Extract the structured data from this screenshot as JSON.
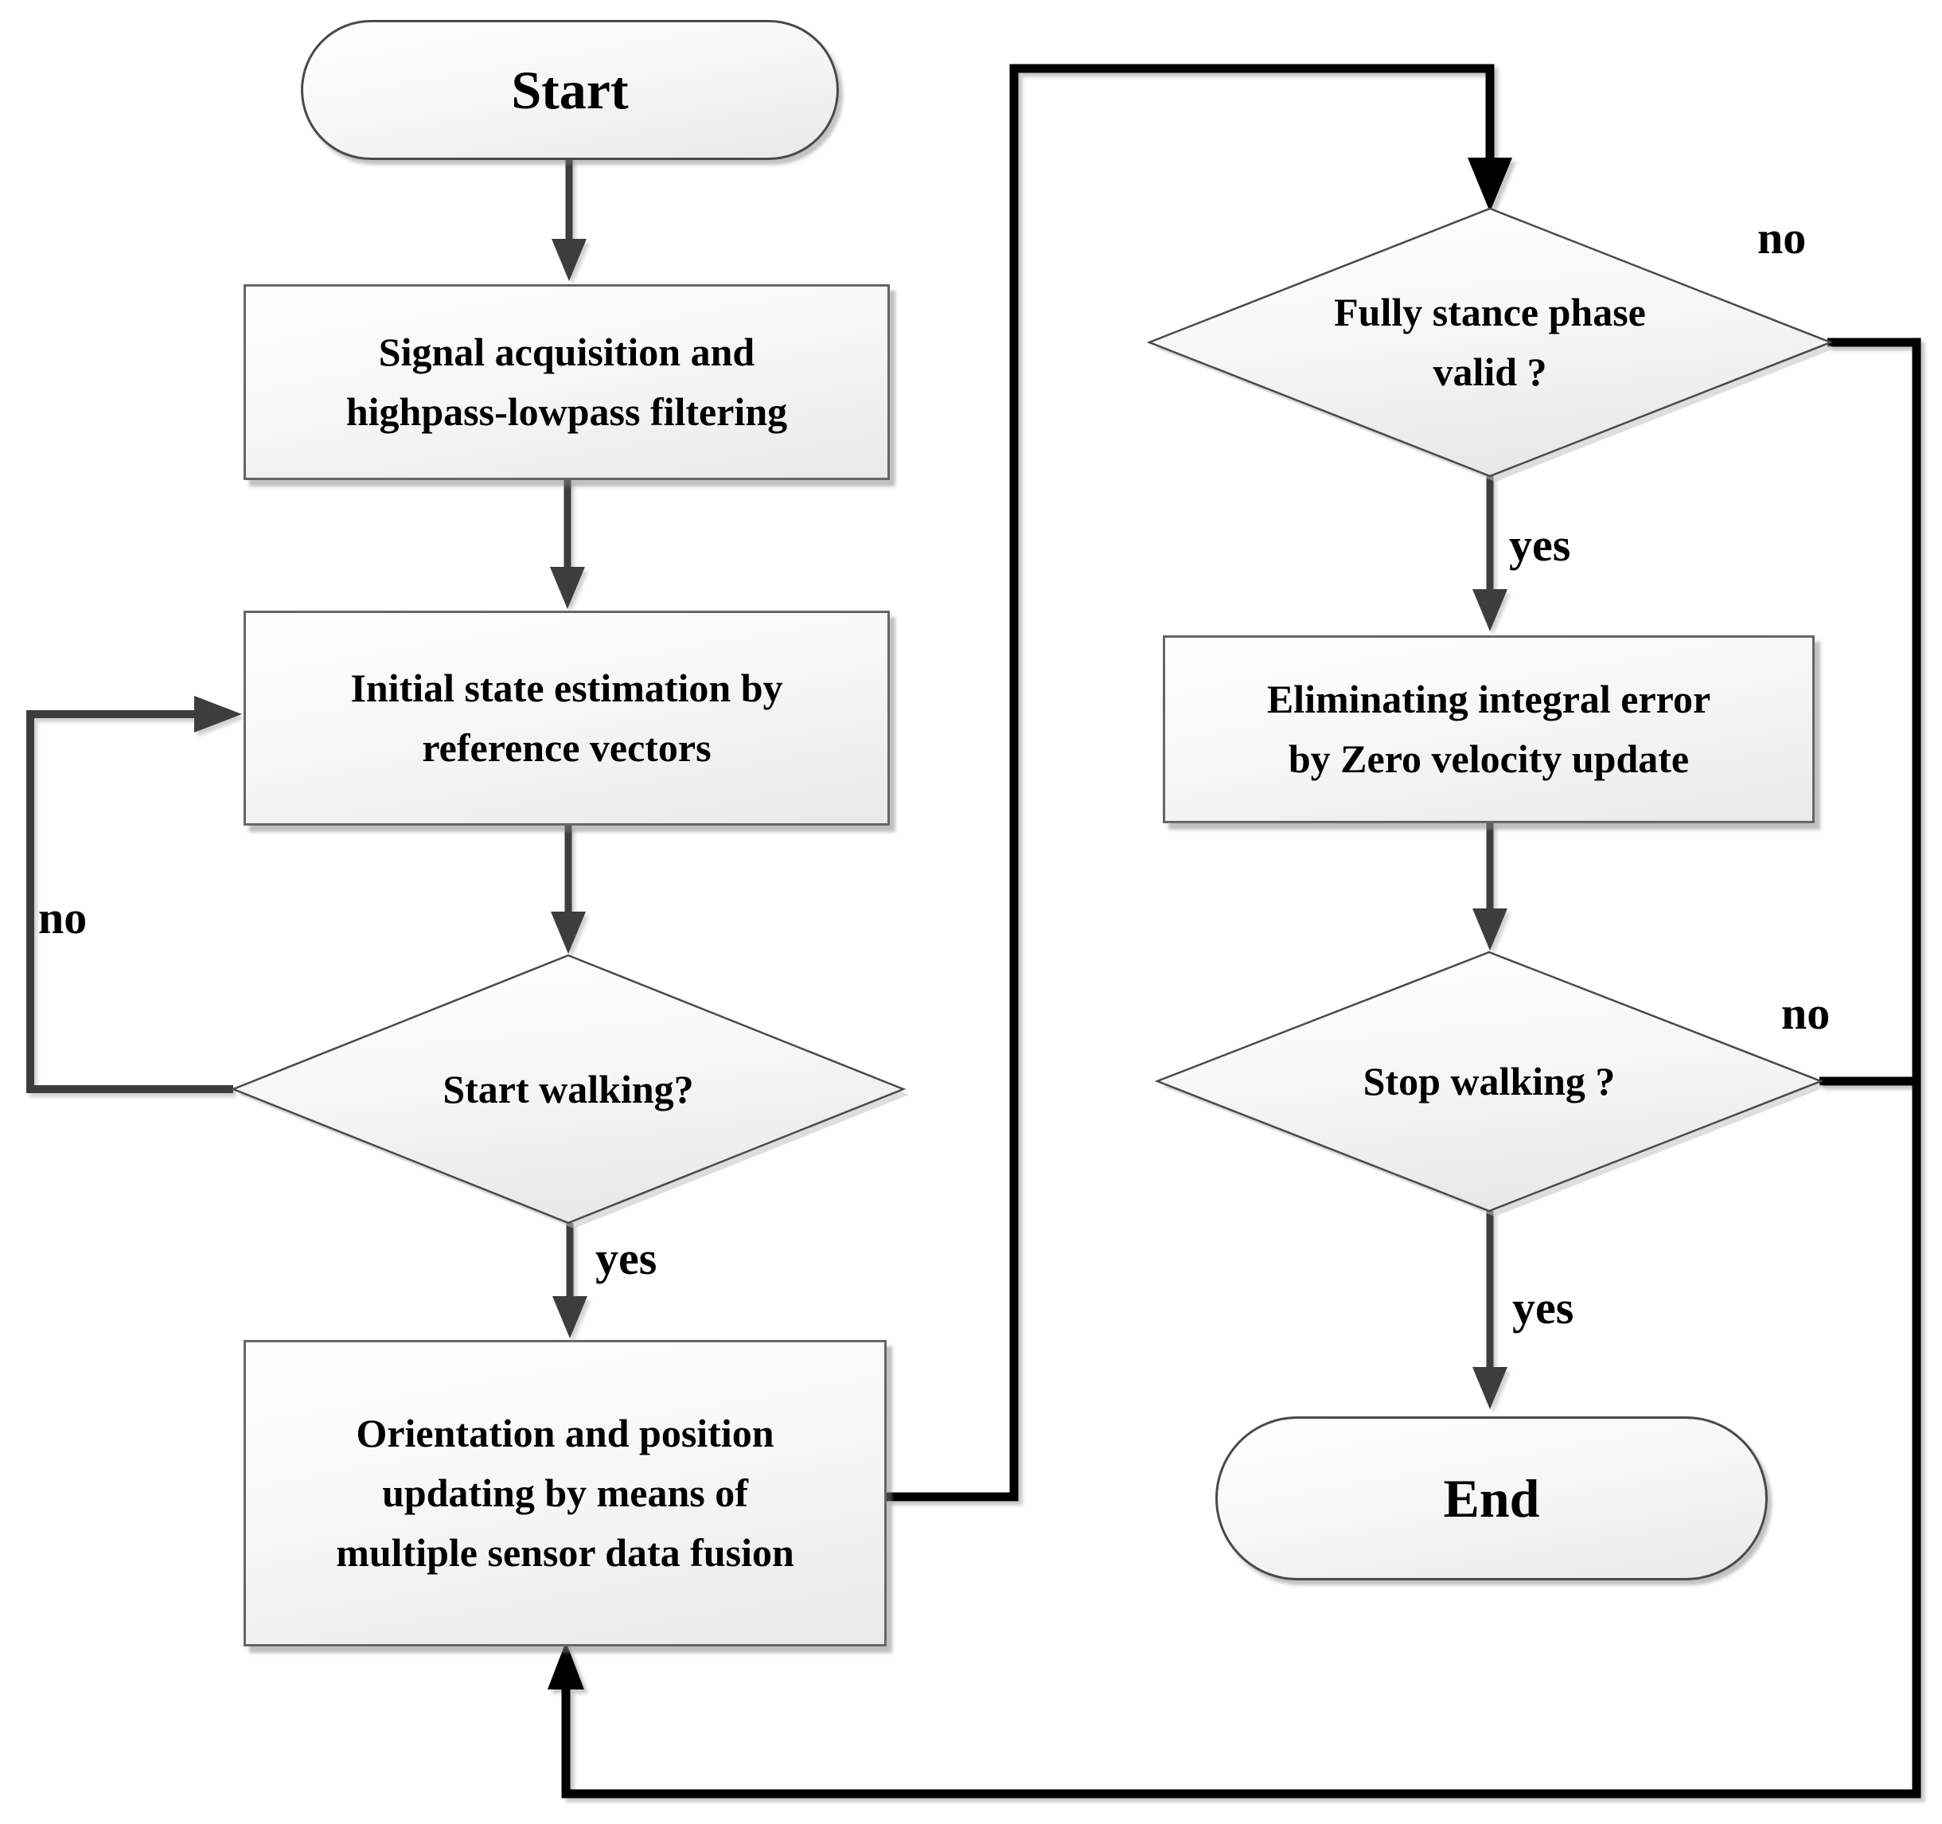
{
  "flowchart": {
    "nodes": {
      "start": {
        "type": "terminator",
        "label": "Start"
      },
      "signal": {
        "type": "process",
        "label": "Signal acquisition and\nhighpass-lowpass filtering"
      },
      "initial_state": {
        "type": "process",
        "label": "Initial state estimation by\nreference vectors"
      },
      "start_walking": {
        "type": "decision",
        "label": "Start walking?"
      },
      "orientation": {
        "type": "process",
        "label": "Orientation and position\nupdating by means of\nmultiple sensor data fusion"
      },
      "fully_stance": {
        "type": "decision",
        "label": "Fully stance phase\nvalid ?"
      },
      "zero_velocity": {
        "type": "process",
        "label": "Eliminating integral error\nby Zero velocity update"
      },
      "stop_walking": {
        "type": "decision",
        "label": "Stop walking ?"
      },
      "end": {
        "type": "terminator",
        "label": "End"
      }
    },
    "edge_labels": {
      "start_walking_no": "no",
      "start_walking_yes": "yes",
      "fully_stance_no": "no",
      "fully_stance_yes": "yes",
      "stop_walking_no": "no",
      "stop_walking_yes": "yes"
    },
    "colors": {
      "background": "#ffffff",
      "text": "#000000",
      "shape_border": "#666666",
      "diamond_border": "#4a4a4a",
      "arrow": "#3d3d3d",
      "loop_connector": "#000000",
      "shape_fill_top": "#ffffff",
      "shape_fill_bottom": "#e9e9e9"
    }
  }
}
